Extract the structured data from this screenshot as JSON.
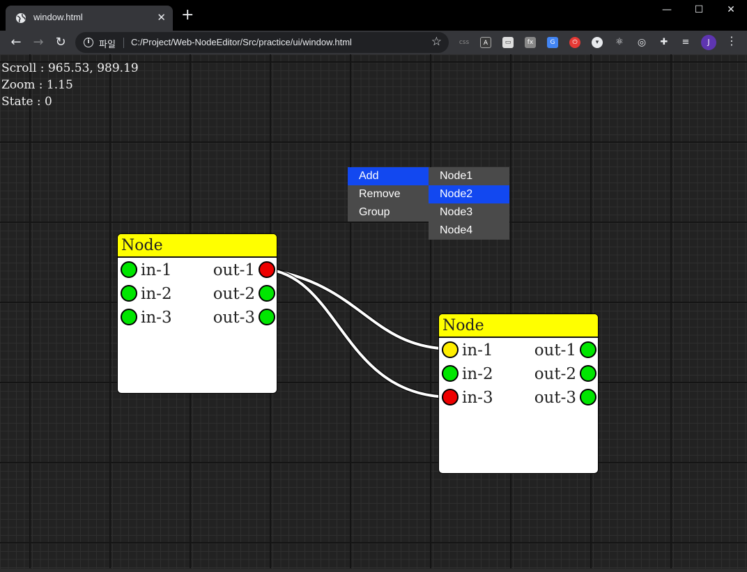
{
  "browser": {
    "tab_title": "window.html",
    "tab_close": "✕",
    "new_tab": "+",
    "scheme_label": "파일",
    "url": "C:/Project/Web-NodeEditor/Src/practice/ui/window.html",
    "profile_initial": "J",
    "window_controls": {
      "minimize": "—",
      "maximize": "☐",
      "close": "✕"
    },
    "icons": [
      "back-arrow-icon",
      "forward-arrow-icon",
      "reload-icon",
      "info-icon",
      "star-icon",
      "extensions-puzzle-icon",
      "media-queue-icon",
      "kebab-menu-icon"
    ]
  },
  "status": {
    "scroll": "Scroll : 965.53, 989.19",
    "zoom": "Zoom : 1.15",
    "state": "State : 0"
  },
  "nodes": [
    {
      "title": "Node",
      "inputs": [
        "in-1",
        "in-2",
        "in-3"
      ],
      "outputs": [
        "out-1",
        "out-2",
        "out-3"
      ]
    },
    {
      "title": "Node",
      "inputs": [
        "in-1",
        "in-2",
        "in-3"
      ],
      "outputs": [
        "out-1",
        "out-2",
        "out-3"
      ]
    }
  ],
  "context_menu": {
    "items": [
      "Add",
      "Remove",
      "Group"
    ],
    "active": "Add",
    "submenu": {
      "items": [
        "Node1",
        "Node2",
        "Node3",
        "Node4"
      ],
      "active": "Node2"
    }
  },
  "colors": {
    "port_default": "#00e600",
    "port_connected_out": "#ee0000",
    "port_connected_in_1": "#ffee00",
    "port_connected_in_3": "#ee0000",
    "node_header": "#ffff00",
    "menu_highlight": "#1248f0",
    "menu_bg": "#4a4a4a"
  }
}
